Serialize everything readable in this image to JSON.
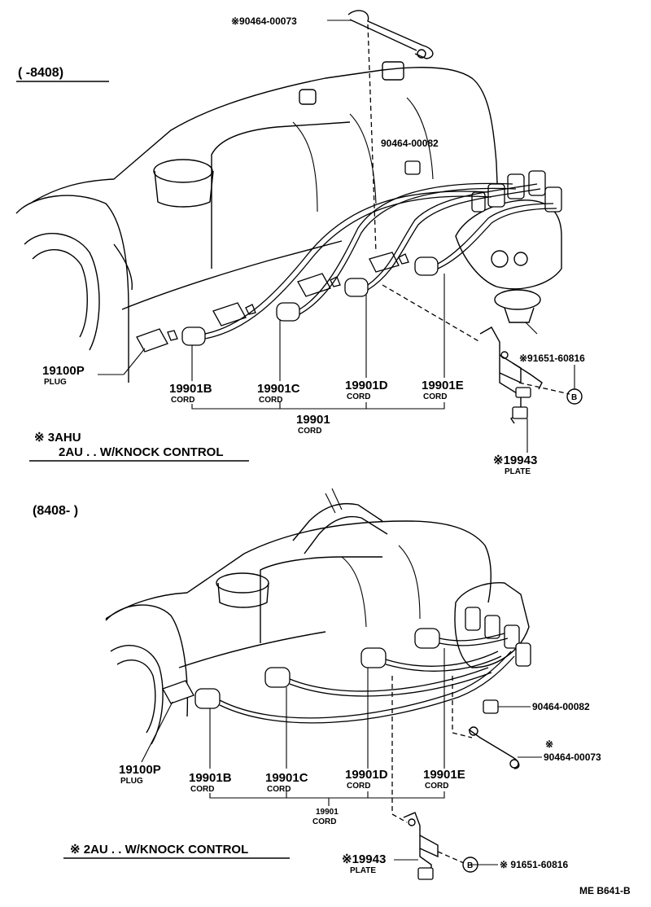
{
  "top": {
    "range_label": "(        -8408)",
    "parts": {
      "clamp_top": "※90464-00073",
      "clamp_mid": "90464-00082",
      "plug_num": "19100P",
      "plug_sub": "PLUG",
      "cord_b_num": "19901B",
      "cord_b_sub": "CORD",
      "cord_c_num": "19901C",
      "cord_c_sub": "CORD",
      "cord_d_num": "19901D",
      "cord_d_sub": "CORD",
      "cord_e_num": "19901E",
      "cord_e_sub": "CORD",
      "cord_set_num": "19901",
      "cord_set_sub": "CORD",
      "bolt_num": "※91651-60816",
      "plate_num": "※19943",
      "plate_sub": "PLATE",
      "ref_marker": "B"
    },
    "notes": {
      "line1": "※  3AHU",
      "line2": "2AU . . W/KNOCK CONTROL"
    }
  },
  "bottom": {
    "range_label": "(8408-        )",
    "parts": {
      "clamp_mid": "90464-00082",
      "clamp_star": "※",
      "clamp_low": "90464-00073",
      "plug_num": "19100P",
      "plug_sub": "PLUG",
      "cord_b_num": "19901B",
      "cord_b_sub": "CORD",
      "cord_c_num": "19901C",
      "cord_c_sub": "CORD",
      "cord_d_num": "19901D",
      "cord_d_sub": "CORD",
      "cord_e_num": "19901E",
      "cord_e_sub": "CORD",
      "cord_set_num": "19901",
      "cord_set_sub": "CORD",
      "plate_num": "※19943",
      "plate_sub": "PLATE",
      "bolt_num": "※ 91651-60816",
      "ref_marker": "B"
    },
    "notes": {
      "line1": "※  2AU . . W/KNOCK CONTROL"
    }
  },
  "footer": {
    "code": "ME B641-B"
  }
}
